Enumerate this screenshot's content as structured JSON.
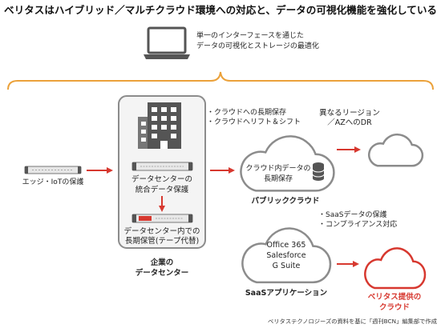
{
  "title": "ベリタスはハイブリッド／マルチクラウド環境への対応と、データの可視化機能を強化している",
  "summary": {
    "lines": [
      "単一のインターフェースを通じた",
      "データの可視化とストレージの最適化"
    ]
  },
  "edge": {
    "label": "エッジ・IoTの保護"
  },
  "datacenter": {
    "integrated_label": [
      "データセンターの",
      "統合データ保護"
    ],
    "archive_label": [
      "データセンター内での",
      "長期保管(テープ代替)"
    ],
    "caption": [
      "企業の",
      "データセンター"
    ]
  },
  "public_cloud": {
    "bullets": [
      "・クラウドへの長期保存",
      "・クラウドへリフト＆シフト"
    ],
    "inner_label": [
      "クラウド内データの",
      "長期保存"
    ],
    "caption": "パブリッククラウド",
    "dr_label": [
      "異なるリージョン",
      "／AZへのDR"
    ]
  },
  "saas": {
    "bullets": [
      "・SaaSデータの保護",
      "・コンプライアンス対応"
    ],
    "apps": [
      "Office 365",
      "Salesforce",
      "G Suite"
    ],
    "caption": "SaaSアプリケーション"
  },
  "veritas_cloud": {
    "caption": [
      "ベリタス提供の",
      "クラウド"
    ]
  },
  "footer": "ベリタステクノロジーズの資料を基に「週刊BCN」編集部で作成",
  "icons": {
    "overview": "laptop-icon",
    "edge": "server-icon",
    "datacenter": "building-icon",
    "storage": "database-icon",
    "cloud": "cloud-icon"
  },
  "colors": {
    "accent_red": "#d7382f",
    "brace_orange": "#eba13a",
    "outline_gray": "#8c8c8c",
    "icon_dark": "#555555",
    "box_fill": "#f4f4f4"
  }
}
